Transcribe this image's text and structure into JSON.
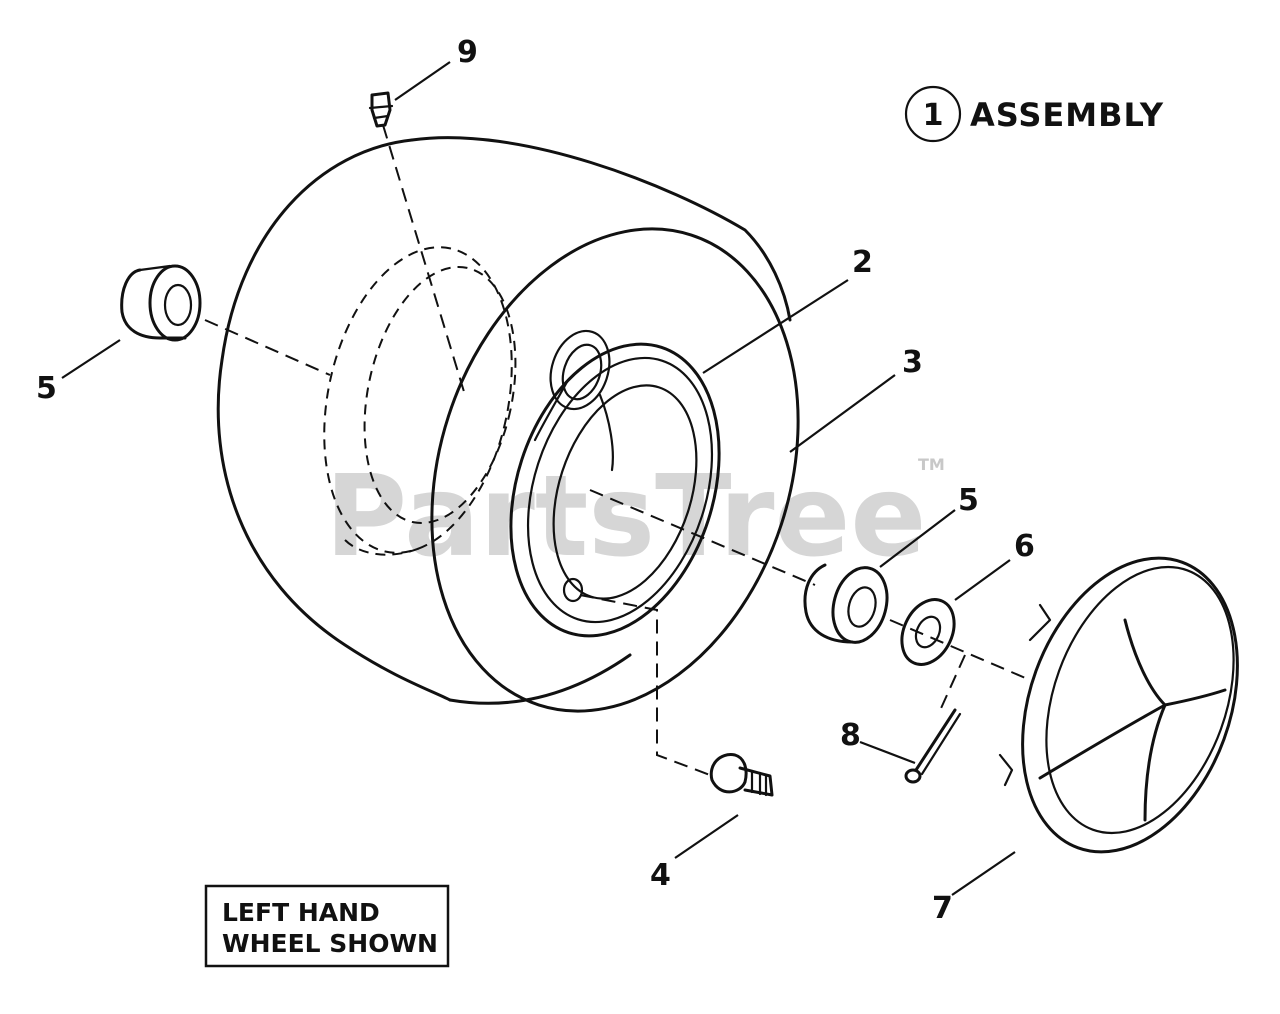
{
  "diagram": {
    "watermark": {
      "brand": "PartsTree",
      "trademark": "TM"
    },
    "assembly": {
      "number": "1",
      "label": "ASSEMBLY"
    },
    "note": {
      "line1": "LEFT HAND",
      "line2": "WHEEL SHOWN"
    },
    "callouts": {
      "c2": "2",
      "c3": "3",
      "c4": "4",
      "c5_left": "5",
      "c5_right": "5",
      "c6": "6",
      "c7": "7",
      "c8": "8",
      "c9": "9"
    }
  }
}
